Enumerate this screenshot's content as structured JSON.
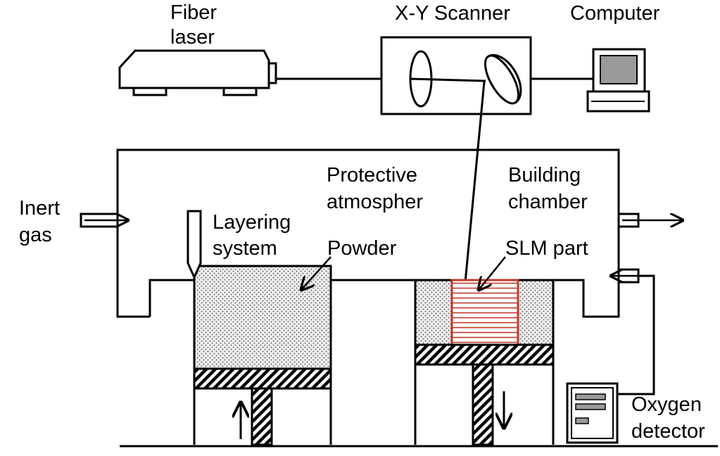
{
  "labels": {
    "fiber_laser_line1": "Fiber",
    "fiber_laser_line2": "laser",
    "scanner": "X-Y Scanner",
    "computer": "Computer",
    "protective_line1": "Protective",
    "protective_line2": "atmospher",
    "building_line1": "Building",
    "building_line2": "chamber",
    "inert_line1": "Inert",
    "inert_line2": "gas",
    "layering_line1": "Layering",
    "layering_line2": "system",
    "powder": "Powder",
    "slm_part": "SLM part",
    "oxygen_line1": "Oxygen",
    "oxygen_line2": "detector"
  },
  "colors": {
    "line": "#000000",
    "powder_fill": "#e6e6e6",
    "slm_part": "#c0392b",
    "screen": "#9a9a9a"
  }
}
